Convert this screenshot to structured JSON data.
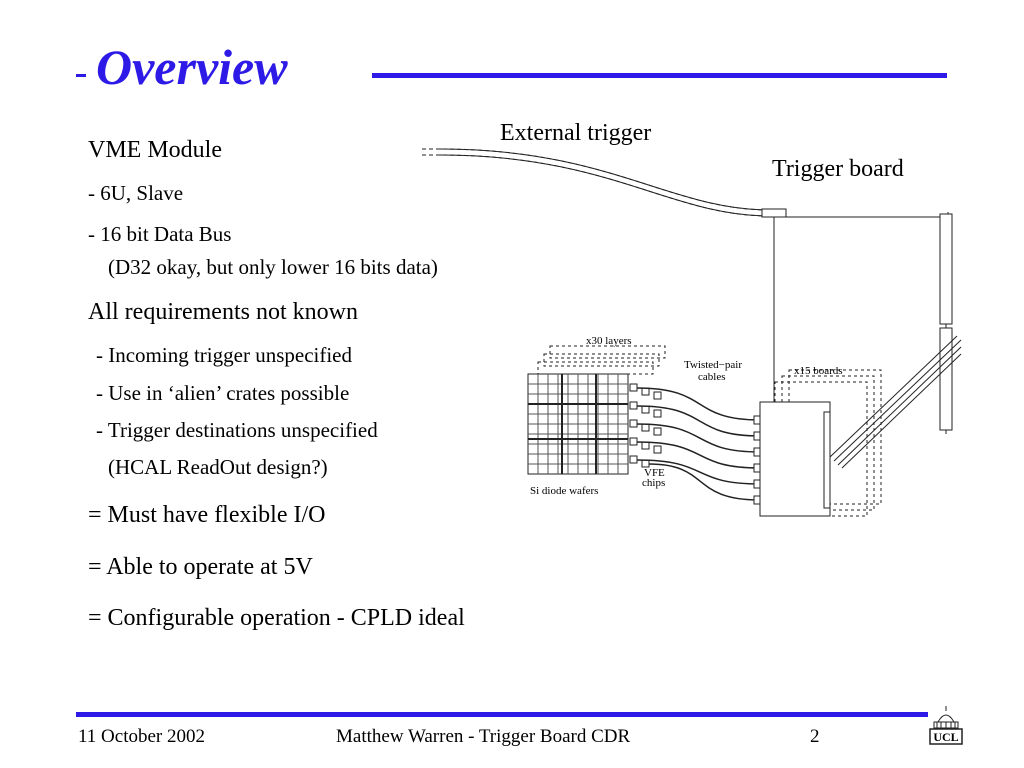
{
  "slide": {
    "title": "Overview",
    "body": {
      "vme_heading": "VME Module",
      "vme_item1": "- 6U, Slave",
      "vme_item2": "- 16 bit Data Bus",
      "vme_item2_note": "(D32 okay, but only lower 16 bits data)",
      "req_heading": "All requirements not known",
      "req_item1": "- Incoming trigger unspecified",
      "req_item2": "- Use in ‘alien’ crates possible",
      "req_item3": "- Trigger destinations unspecified",
      "req_item3_note": "(HCAL ReadOut design?)",
      "conclusion1": "= Must have flexible I/O",
      "conclusion2": "= Able to operate at 5V",
      "conclusion3": "= Configurable operation - CPLD ideal"
    },
    "diagram": {
      "external_trigger": "External trigger",
      "trigger_board": "Trigger board",
      "x30_layers": "x30 layers",
      "twisted_pair": "Twisted−pair",
      "cables": "cables",
      "x15_boards": "x15 boards",
      "vfe": "VFE",
      "chips": "chips",
      "si_diode": "Si diode wafers"
    },
    "footer": {
      "date": "11 October 2002",
      "center": "Matthew Warren - Trigger Board CDR",
      "page": "2",
      "logo_text": "UCL"
    },
    "colors": {
      "accent": "#2e1ae6"
    }
  }
}
